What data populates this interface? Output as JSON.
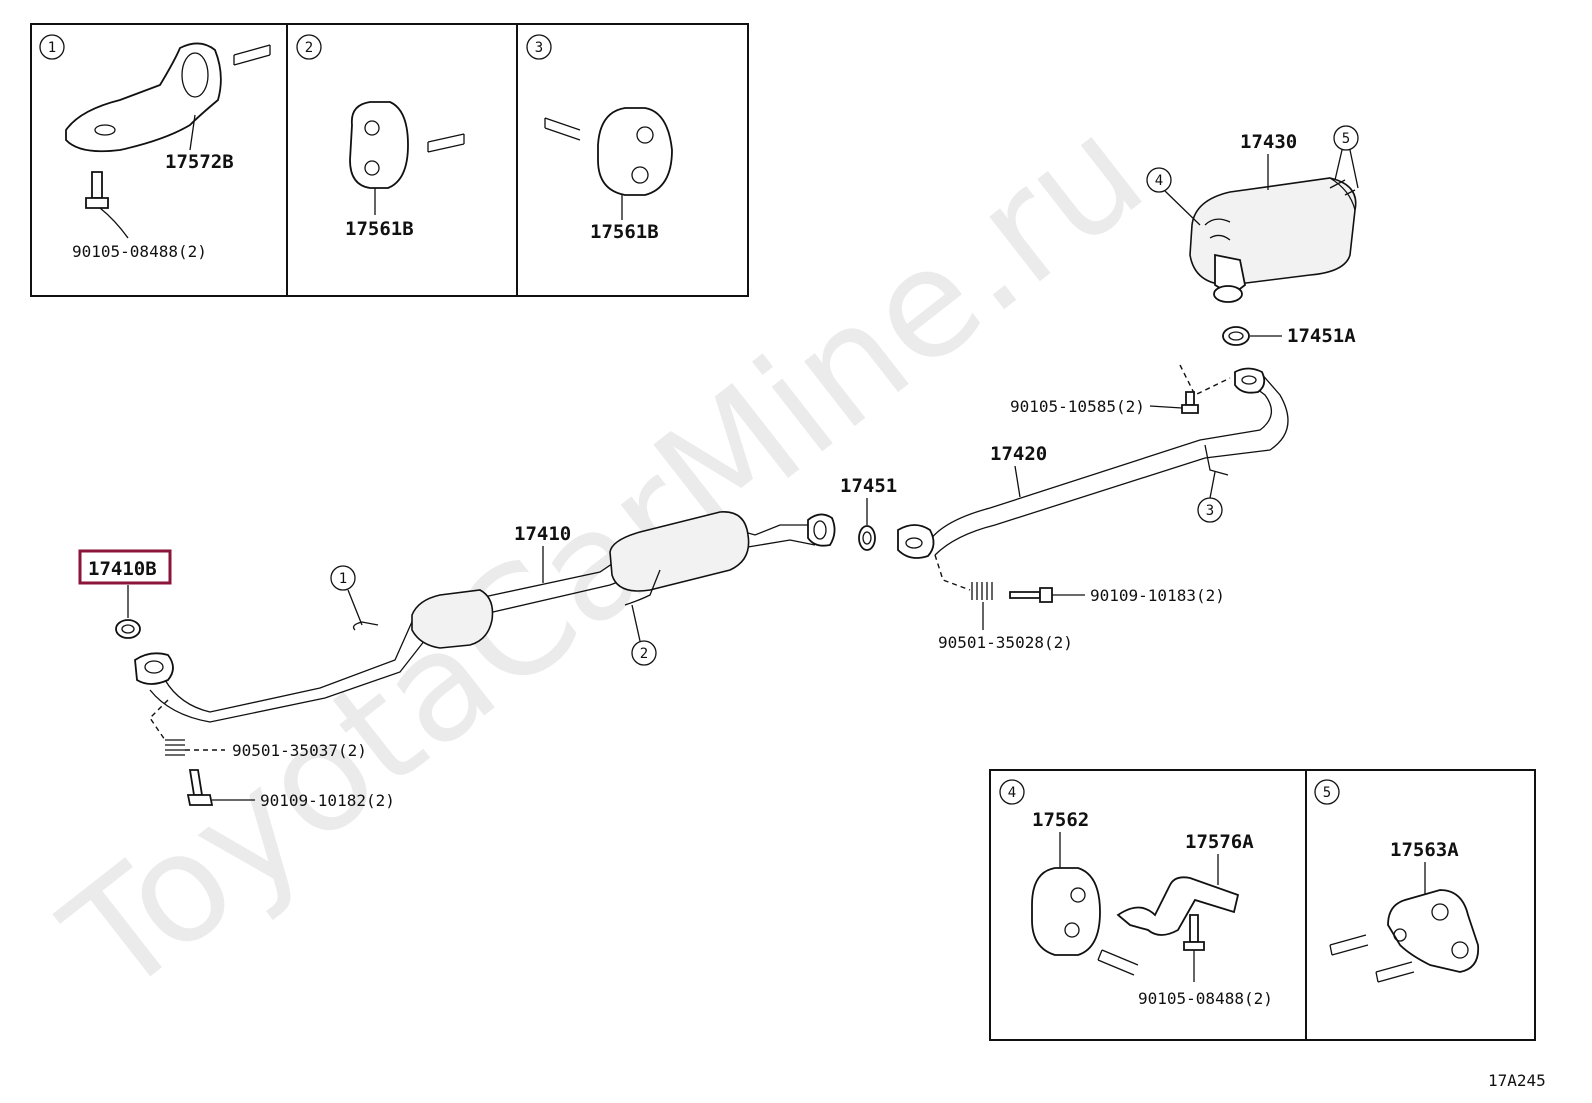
{
  "watermark": "ToyotaCarMine.ru",
  "diagram_code": "17A245",
  "highlight_color": "#8a1538",
  "insets": {
    "inset1": {
      "index": "1",
      "parts": [
        "17572B",
        "90105-08488(2)"
      ]
    },
    "inset2": {
      "index": "2",
      "parts": [
        "17561B"
      ]
    },
    "inset3": {
      "index": "3",
      "parts": [
        "17561B"
      ]
    },
    "inset4": {
      "index": "4",
      "parts": [
        "17562",
        "17576A",
        "90105-08488(2)"
      ]
    },
    "inset5": {
      "index": "5",
      "parts": [
        "17563A"
      ]
    }
  },
  "callouts": [
    "1",
    "2",
    "3",
    "4",
    "5"
  ],
  "main_parts": {
    "p17410B": "17410B",
    "p17410": "17410",
    "p17451": "17451",
    "p17420": "17420",
    "p17430": "17430",
    "p17451A": "17451A",
    "p90105_10585": "90105-10585(2)",
    "p90109_10183": "90109-10183(2)",
    "p90501_35028": "90501-35028(2)",
    "p90501_35037": "90501-35037(2)",
    "p90109_10182": "90109-10182(2)"
  }
}
